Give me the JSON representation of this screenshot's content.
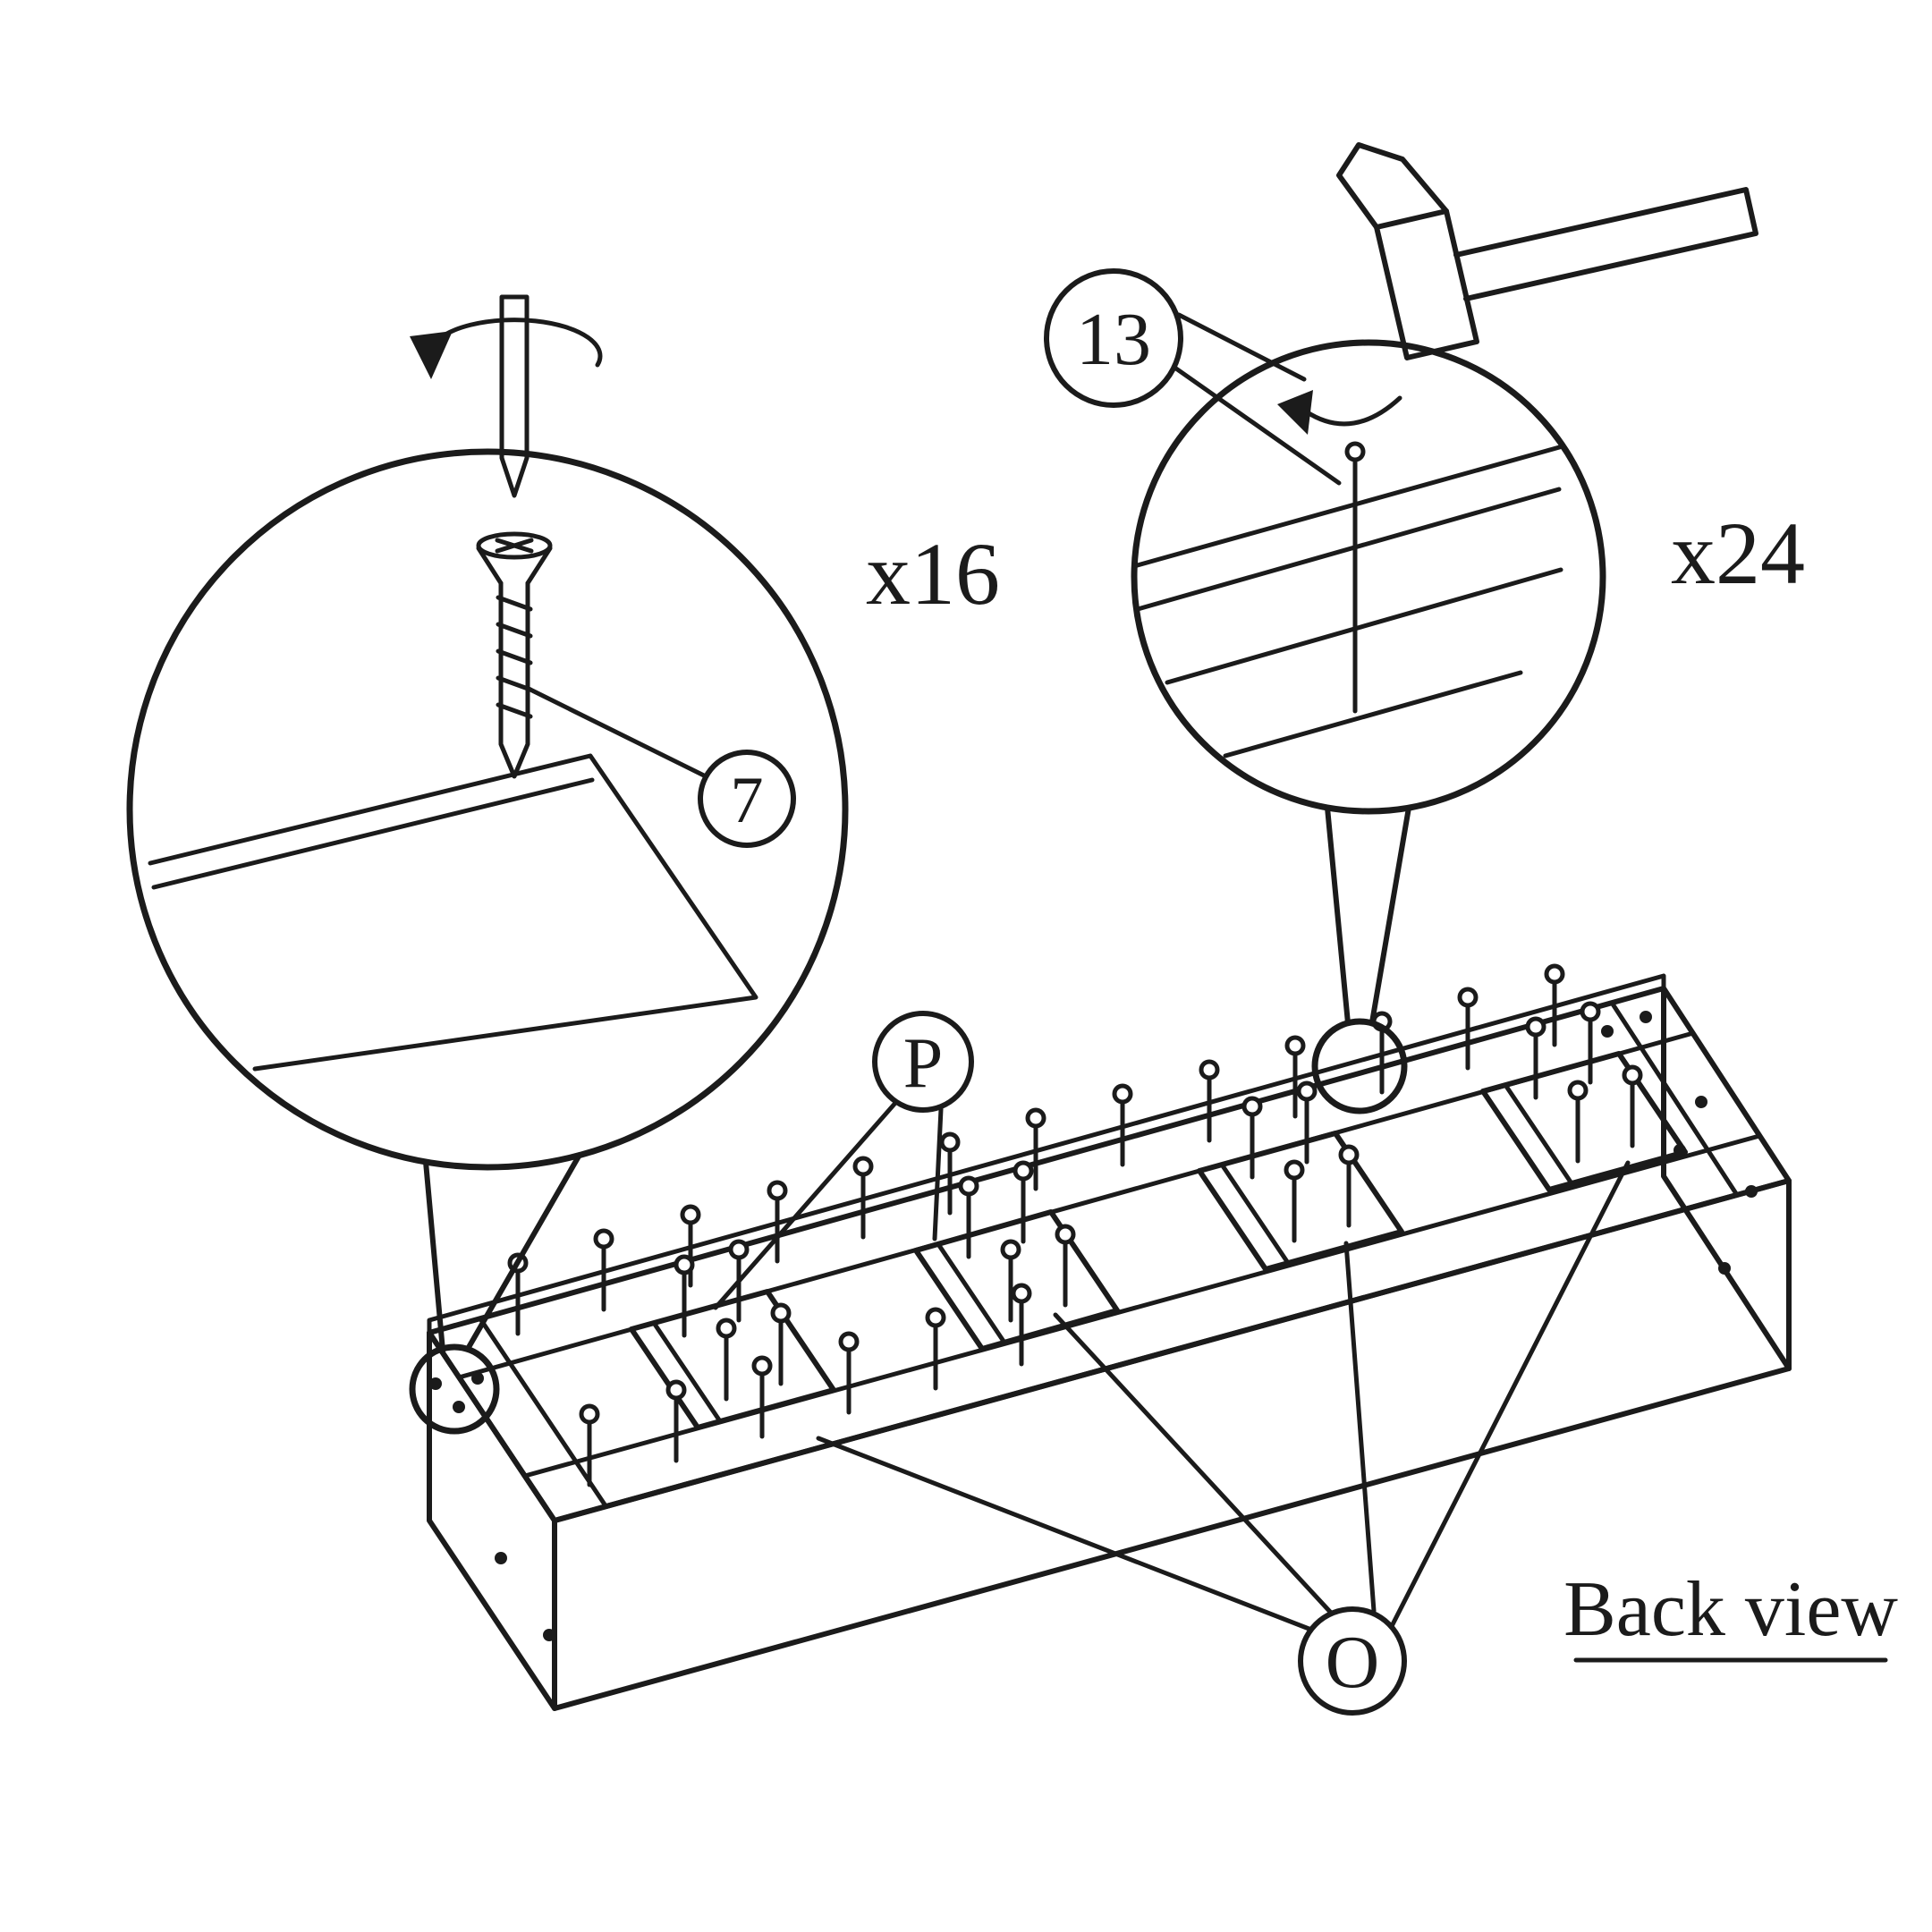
{
  "diagram": {
    "back_view_label": "Back view",
    "parts": {
      "screw": {
        "number": "7",
        "quantity": "x16"
      },
      "nail": {
        "number": "13",
        "quantity": "x24"
      },
      "p_marker": {
        "letter": "P"
      },
      "o_marker": {
        "letter": "O"
      }
    },
    "icons": [
      "screw-icon",
      "rotation-arrow-icon",
      "hammer-icon",
      "nail-icon"
    ],
    "colors": {
      "line": "#1b1b1b",
      "background": "#ffffff"
    }
  }
}
